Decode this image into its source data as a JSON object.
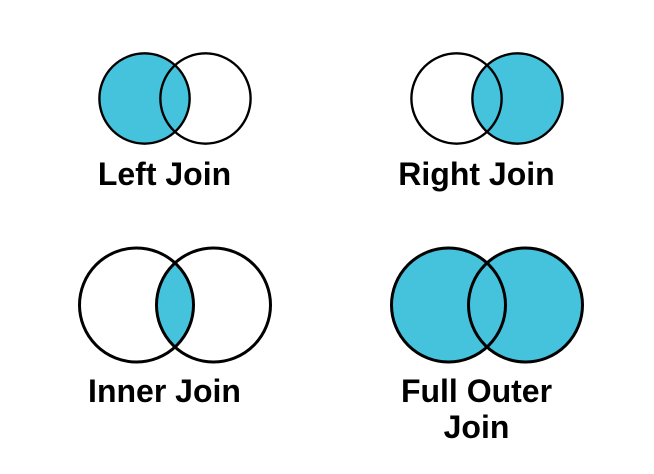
{
  "colors": {
    "highlight": "#45C2DC",
    "outline": "#000000",
    "background": "#FFFFFF",
    "label_text": "#000000"
  },
  "diagrams": [
    {
      "label": "Left Join",
      "left_circle_filled": true,
      "right_circle_filled": false,
      "intersection_filled": true
    },
    {
      "label": "Right Join",
      "left_circle_filled": false,
      "right_circle_filled": true,
      "intersection_filled": true
    },
    {
      "label": "Inner Join",
      "left_circle_filled": false,
      "right_circle_filled": false,
      "intersection_filled": true
    },
    {
      "label": "Full Outer Join",
      "left_circle_filled": true,
      "right_circle_filled": true,
      "intersection_filled": true
    }
  ]
}
